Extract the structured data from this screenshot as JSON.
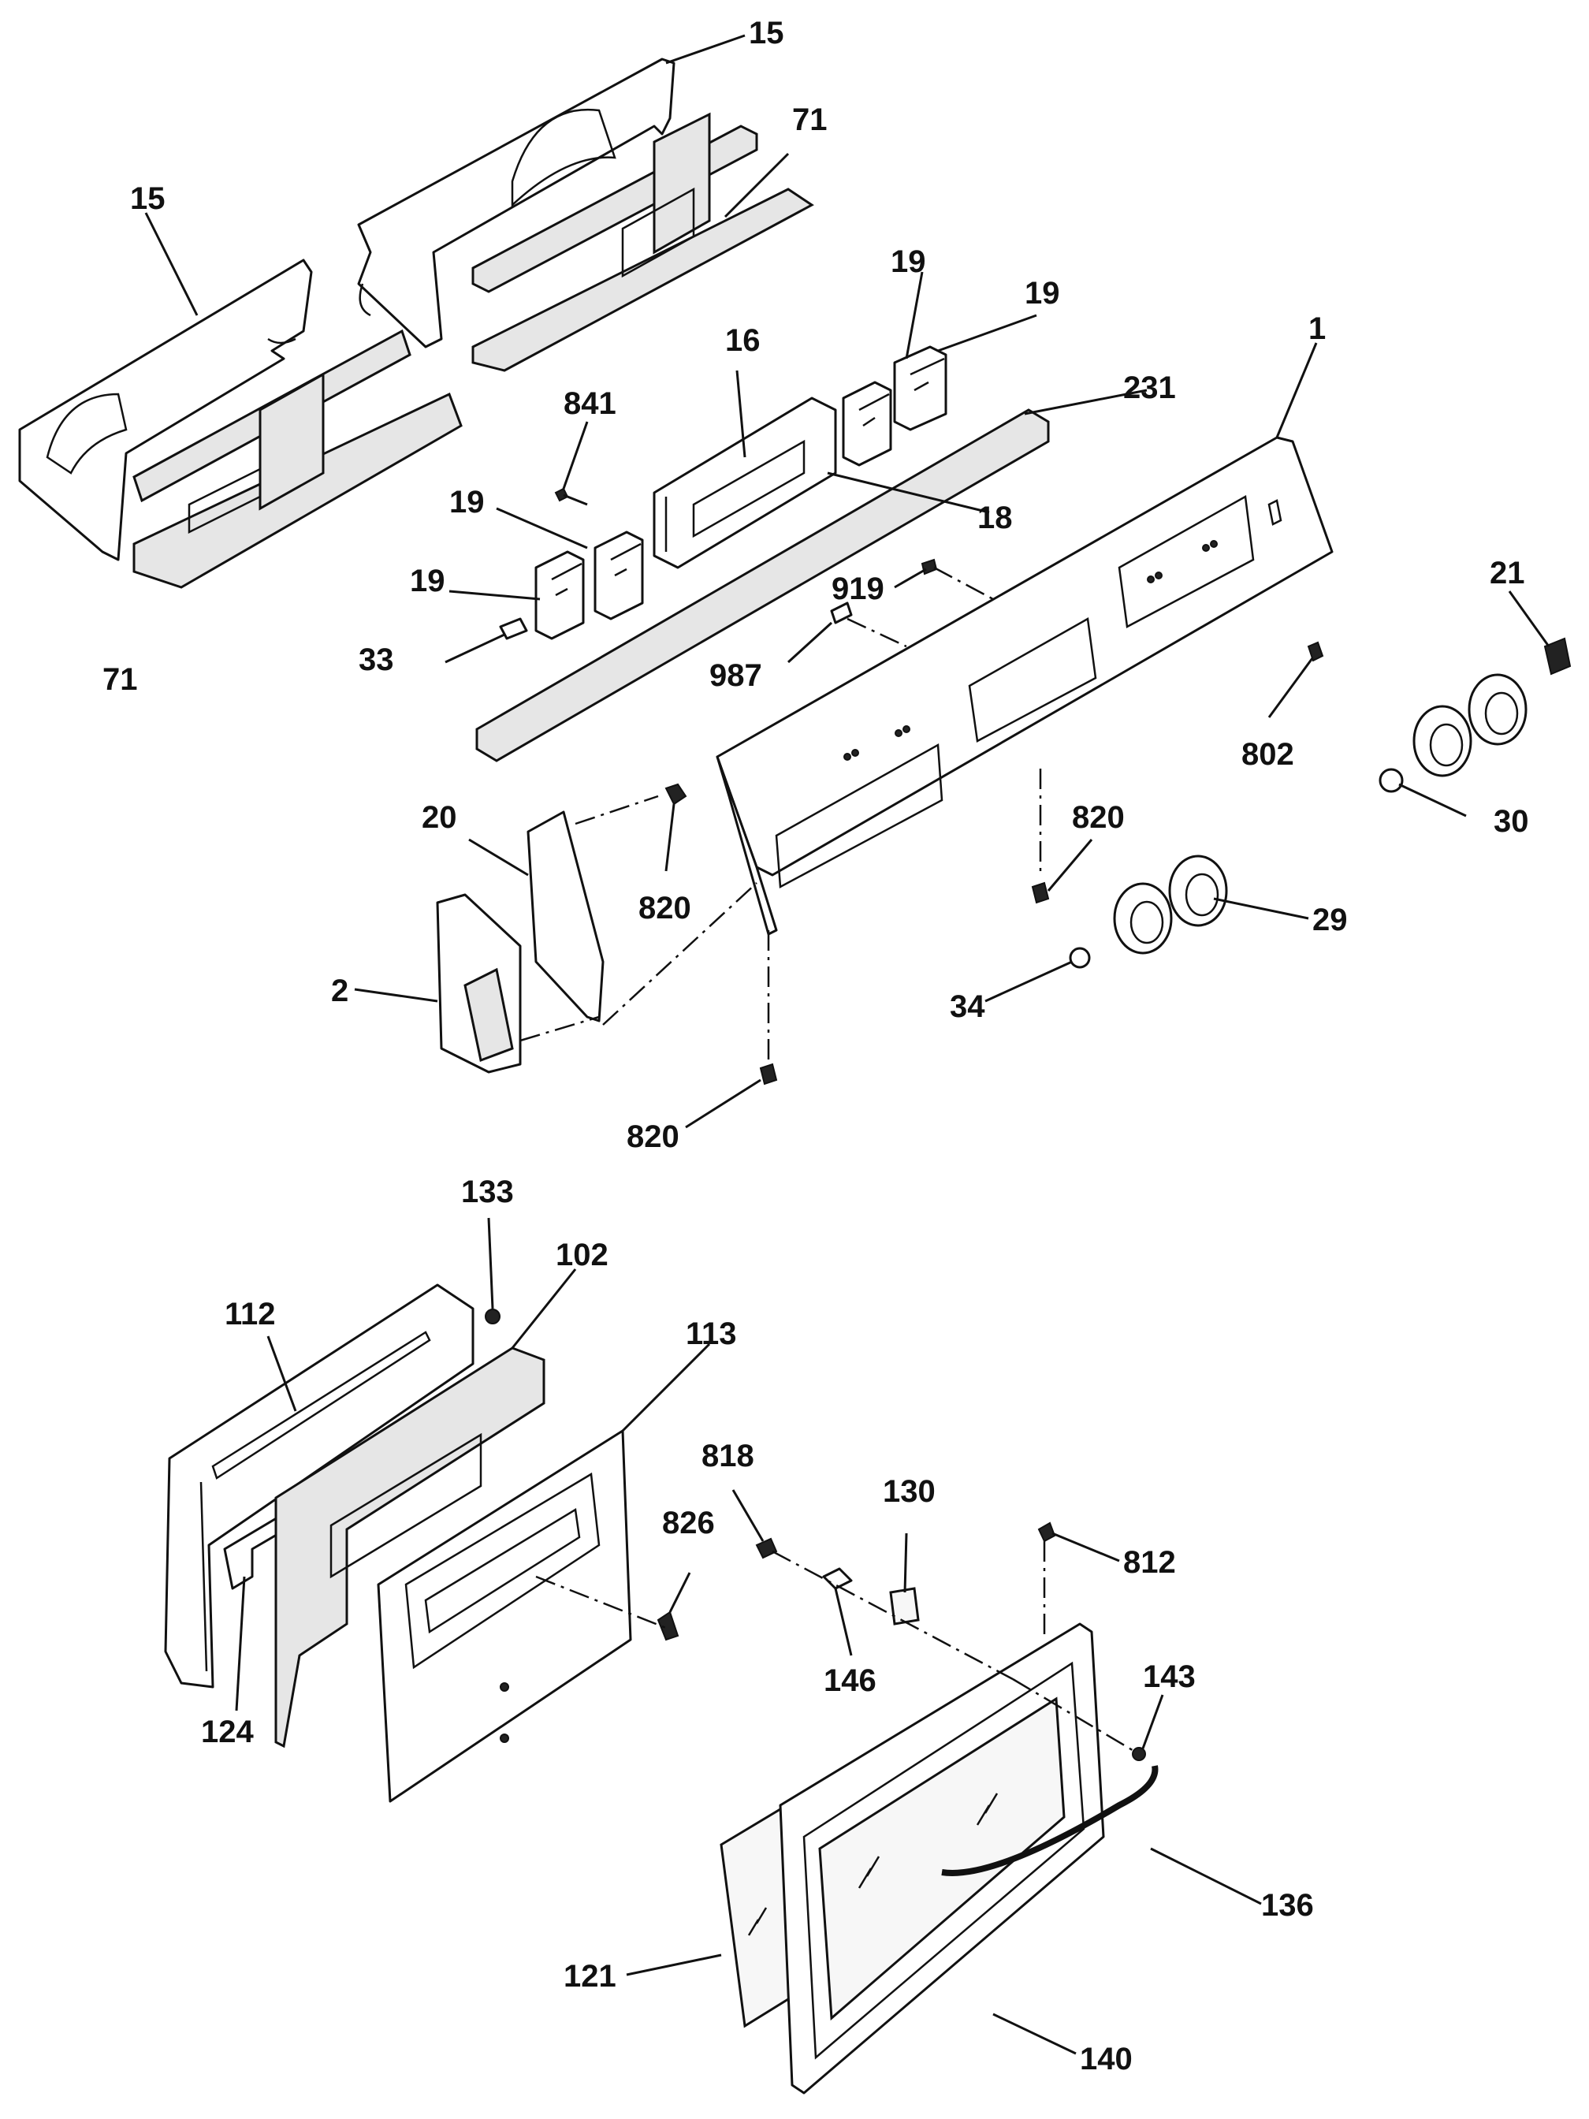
{
  "labels": {
    "l15a": "15",
    "l15b": "15",
    "l71a": "71",
    "l71b": "71",
    "l19a": "19",
    "l19b": "19",
    "l19c": "19",
    "l19d": "19",
    "l16": "16",
    "l231": "231",
    "l1": "1",
    "l841": "841",
    "l18": "18",
    "l33": "33",
    "l919": "919",
    "l987": "987",
    "l21": "21",
    "l802": "802",
    "l30": "30",
    "l20": "20",
    "l820a": "820",
    "l820b": "820",
    "l820c": "820",
    "l29": "29",
    "l2": "2",
    "l34": "34",
    "l133": "133",
    "l102": "102",
    "l112": "112",
    "l113": "113",
    "l818": "818",
    "l130": "130",
    "l812": "812",
    "l826": "826",
    "l124": "124",
    "l146": "146",
    "l143": "143",
    "l136": "136",
    "l121": "121",
    "l140": "140"
  },
  "colors": {
    "ink": "#111111",
    "paper": "#ffffff",
    "insulation": "#e6e6e6"
  }
}
